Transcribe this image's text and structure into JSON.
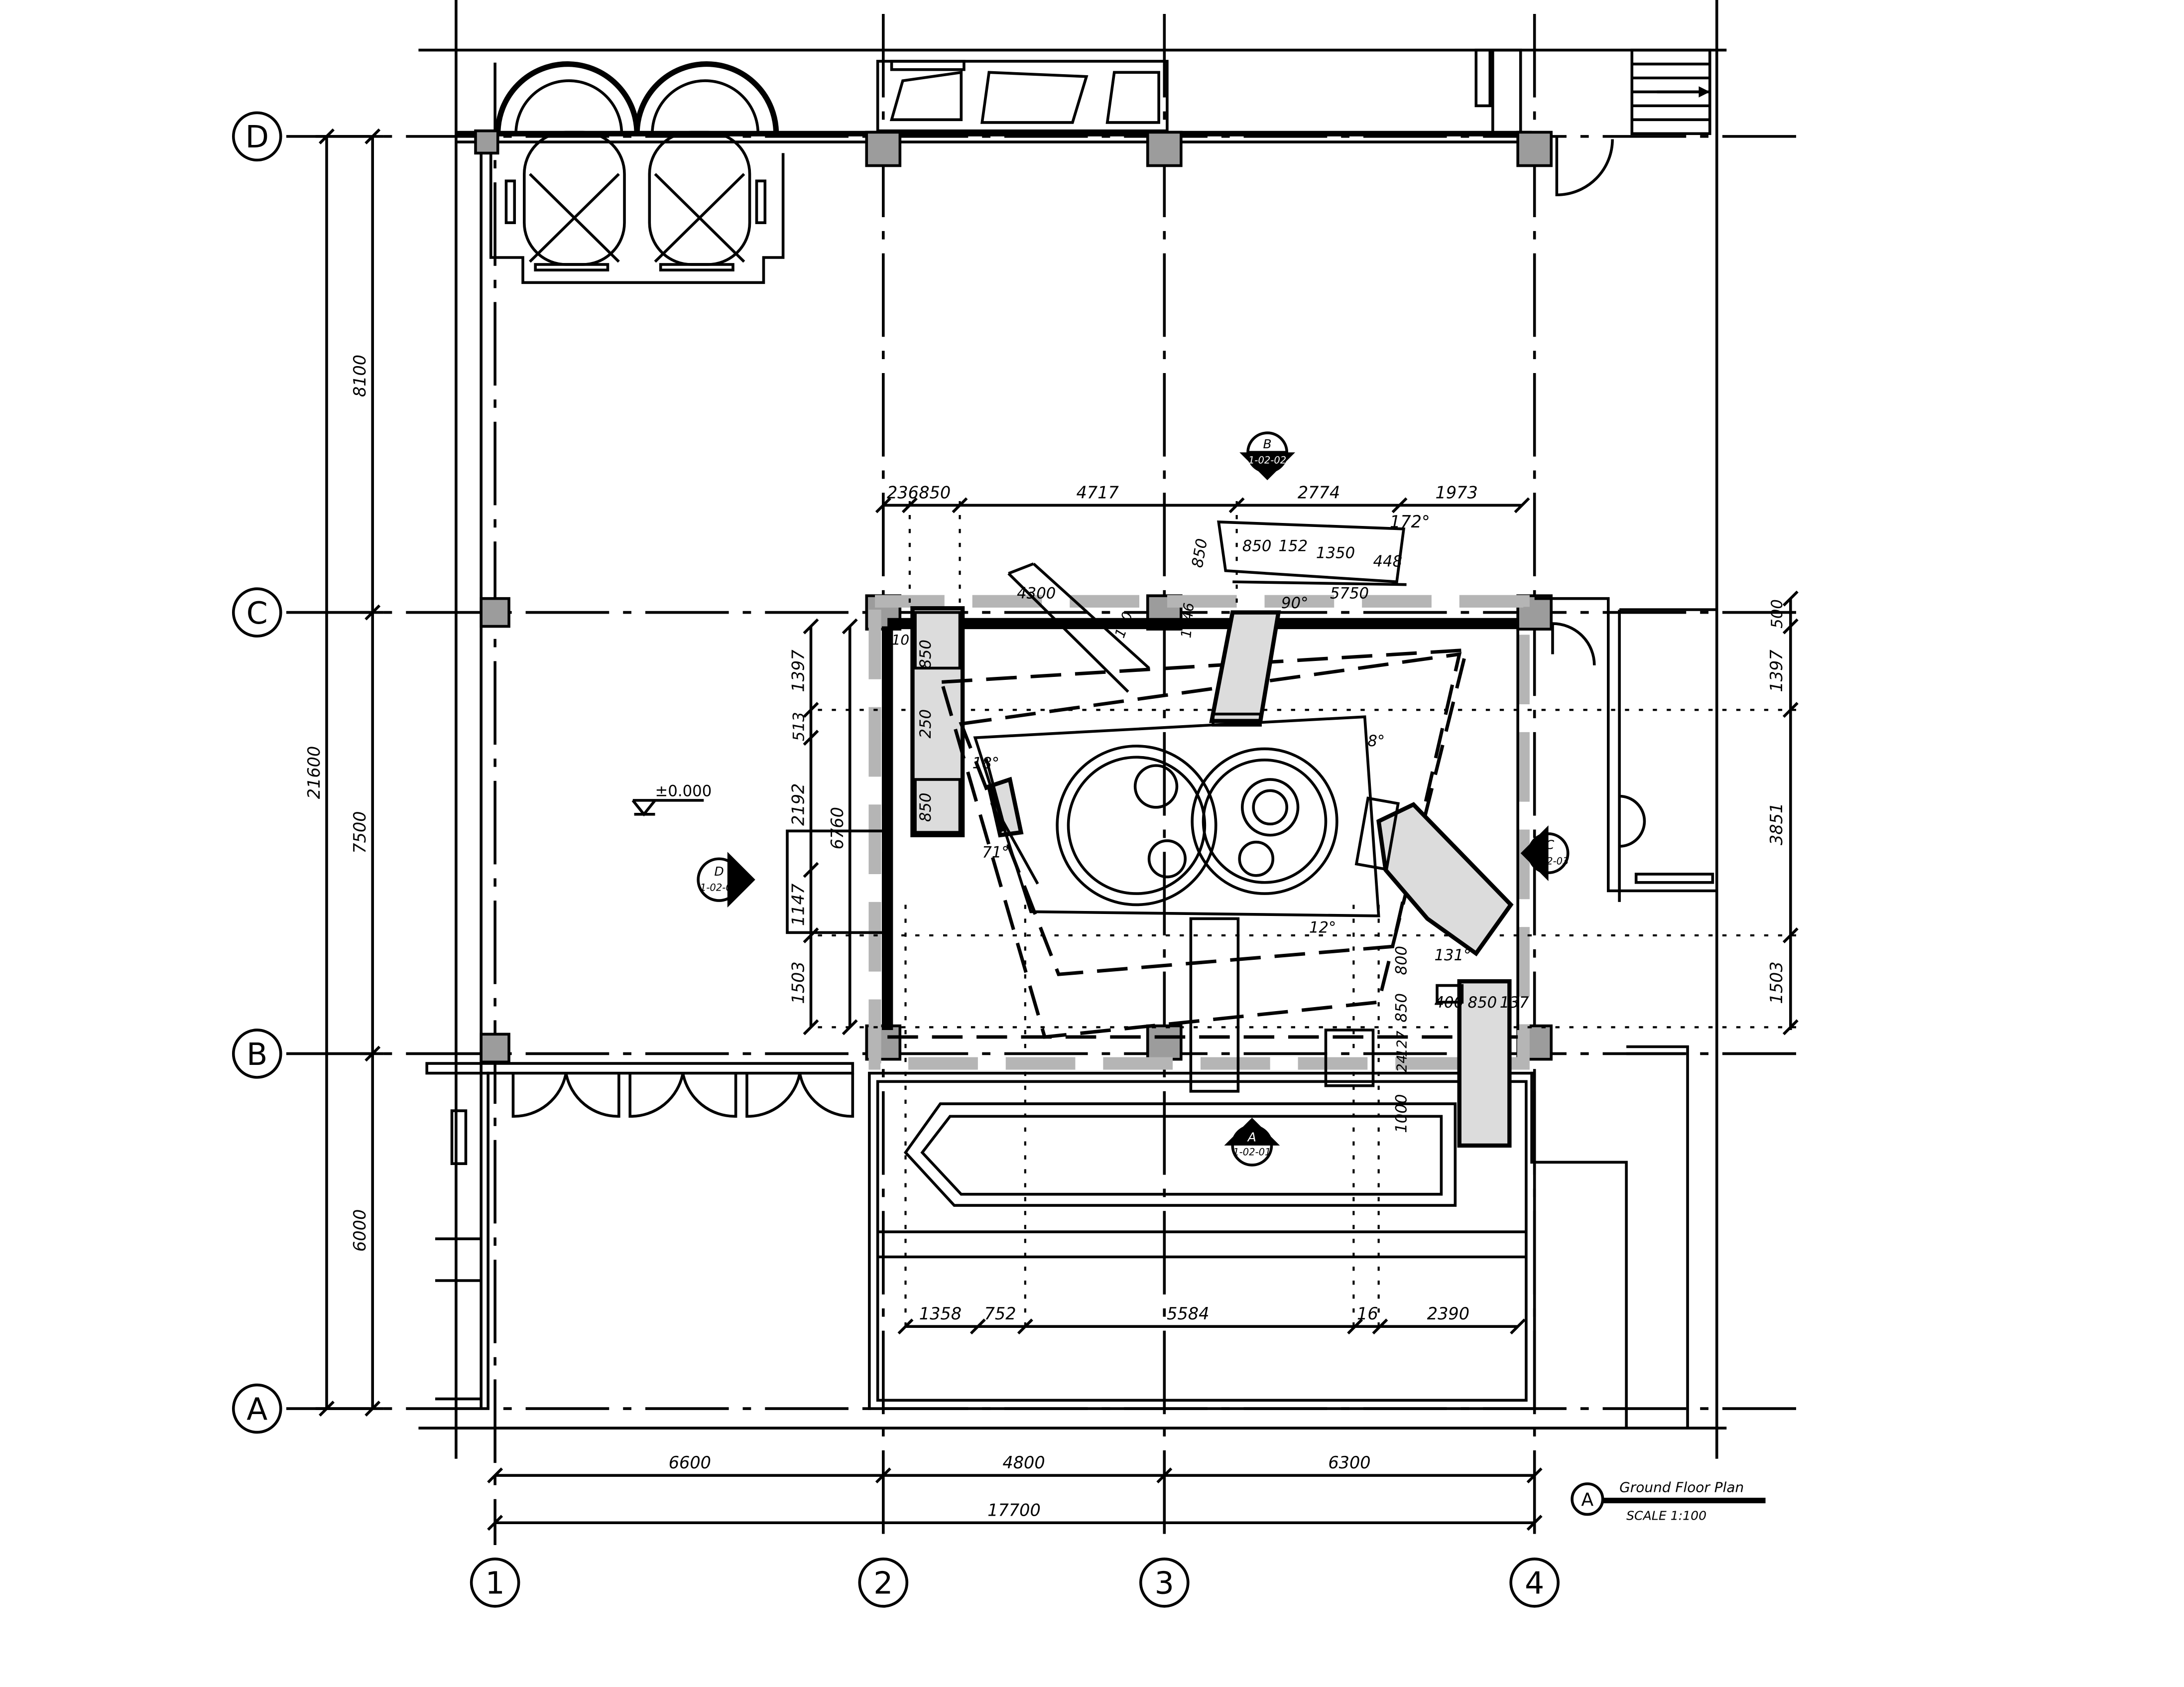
{
  "drawing": {
    "title": "Ground Floor Plan",
    "scale": "SCALE 1:100",
    "title_marker": "A",
    "level_mark": "±0.000",
    "grid_rows": [
      "D",
      "C",
      "B",
      "A"
    ],
    "grid_cols": [
      "1",
      "2",
      "3",
      "4"
    ],
    "left_dims": {
      "total": "21600",
      "d_c": "8100",
      "c_b": "7500",
      "b_a": "6000"
    },
    "bottom_dims": {
      "c1_2": "6600",
      "c2_3": "4800",
      "c3_4": "6300",
      "total": "17700"
    },
    "top_dims": [
      "236",
      "850",
      "4717",
      "2774",
      "1973"
    ],
    "right_dims": [
      "500",
      "1397",
      "3851",
      "1503"
    ],
    "inner_left_dims": {
      "a": "1397",
      "b": "513",
      "c": "2192",
      "d": "1147",
      "e": "1503",
      "overall": "6760"
    },
    "inner_vertical_850": [
      "850",
      "250",
      "850"
    ],
    "booth_dims": [
      "850",
      "152",
      "1350",
      "448",
      "5750",
      "850"
    ],
    "misc_dims": [
      "4300",
      "1146",
      "100",
      "10",
      "400",
      "850",
      "137",
      "800",
      "850",
      "24",
      "127",
      "1000"
    ],
    "lower_dims": [
      "1358",
      "752",
      "5584",
      "16",
      "2390"
    ],
    "angles": [
      "172°",
      "90°",
      "71°",
      "18°",
      "131°",
      "12°",
      "8°"
    ],
    "section_markers": [
      {
        "letter": "B",
        "sheet": "1-02-02"
      },
      {
        "letter": "C",
        "sheet": "1-02-03"
      },
      {
        "letter": "D",
        "sheet": "1-02-04"
      },
      {
        "letter": "A",
        "sheet": "1-02-01"
      }
    ]
  }
}
